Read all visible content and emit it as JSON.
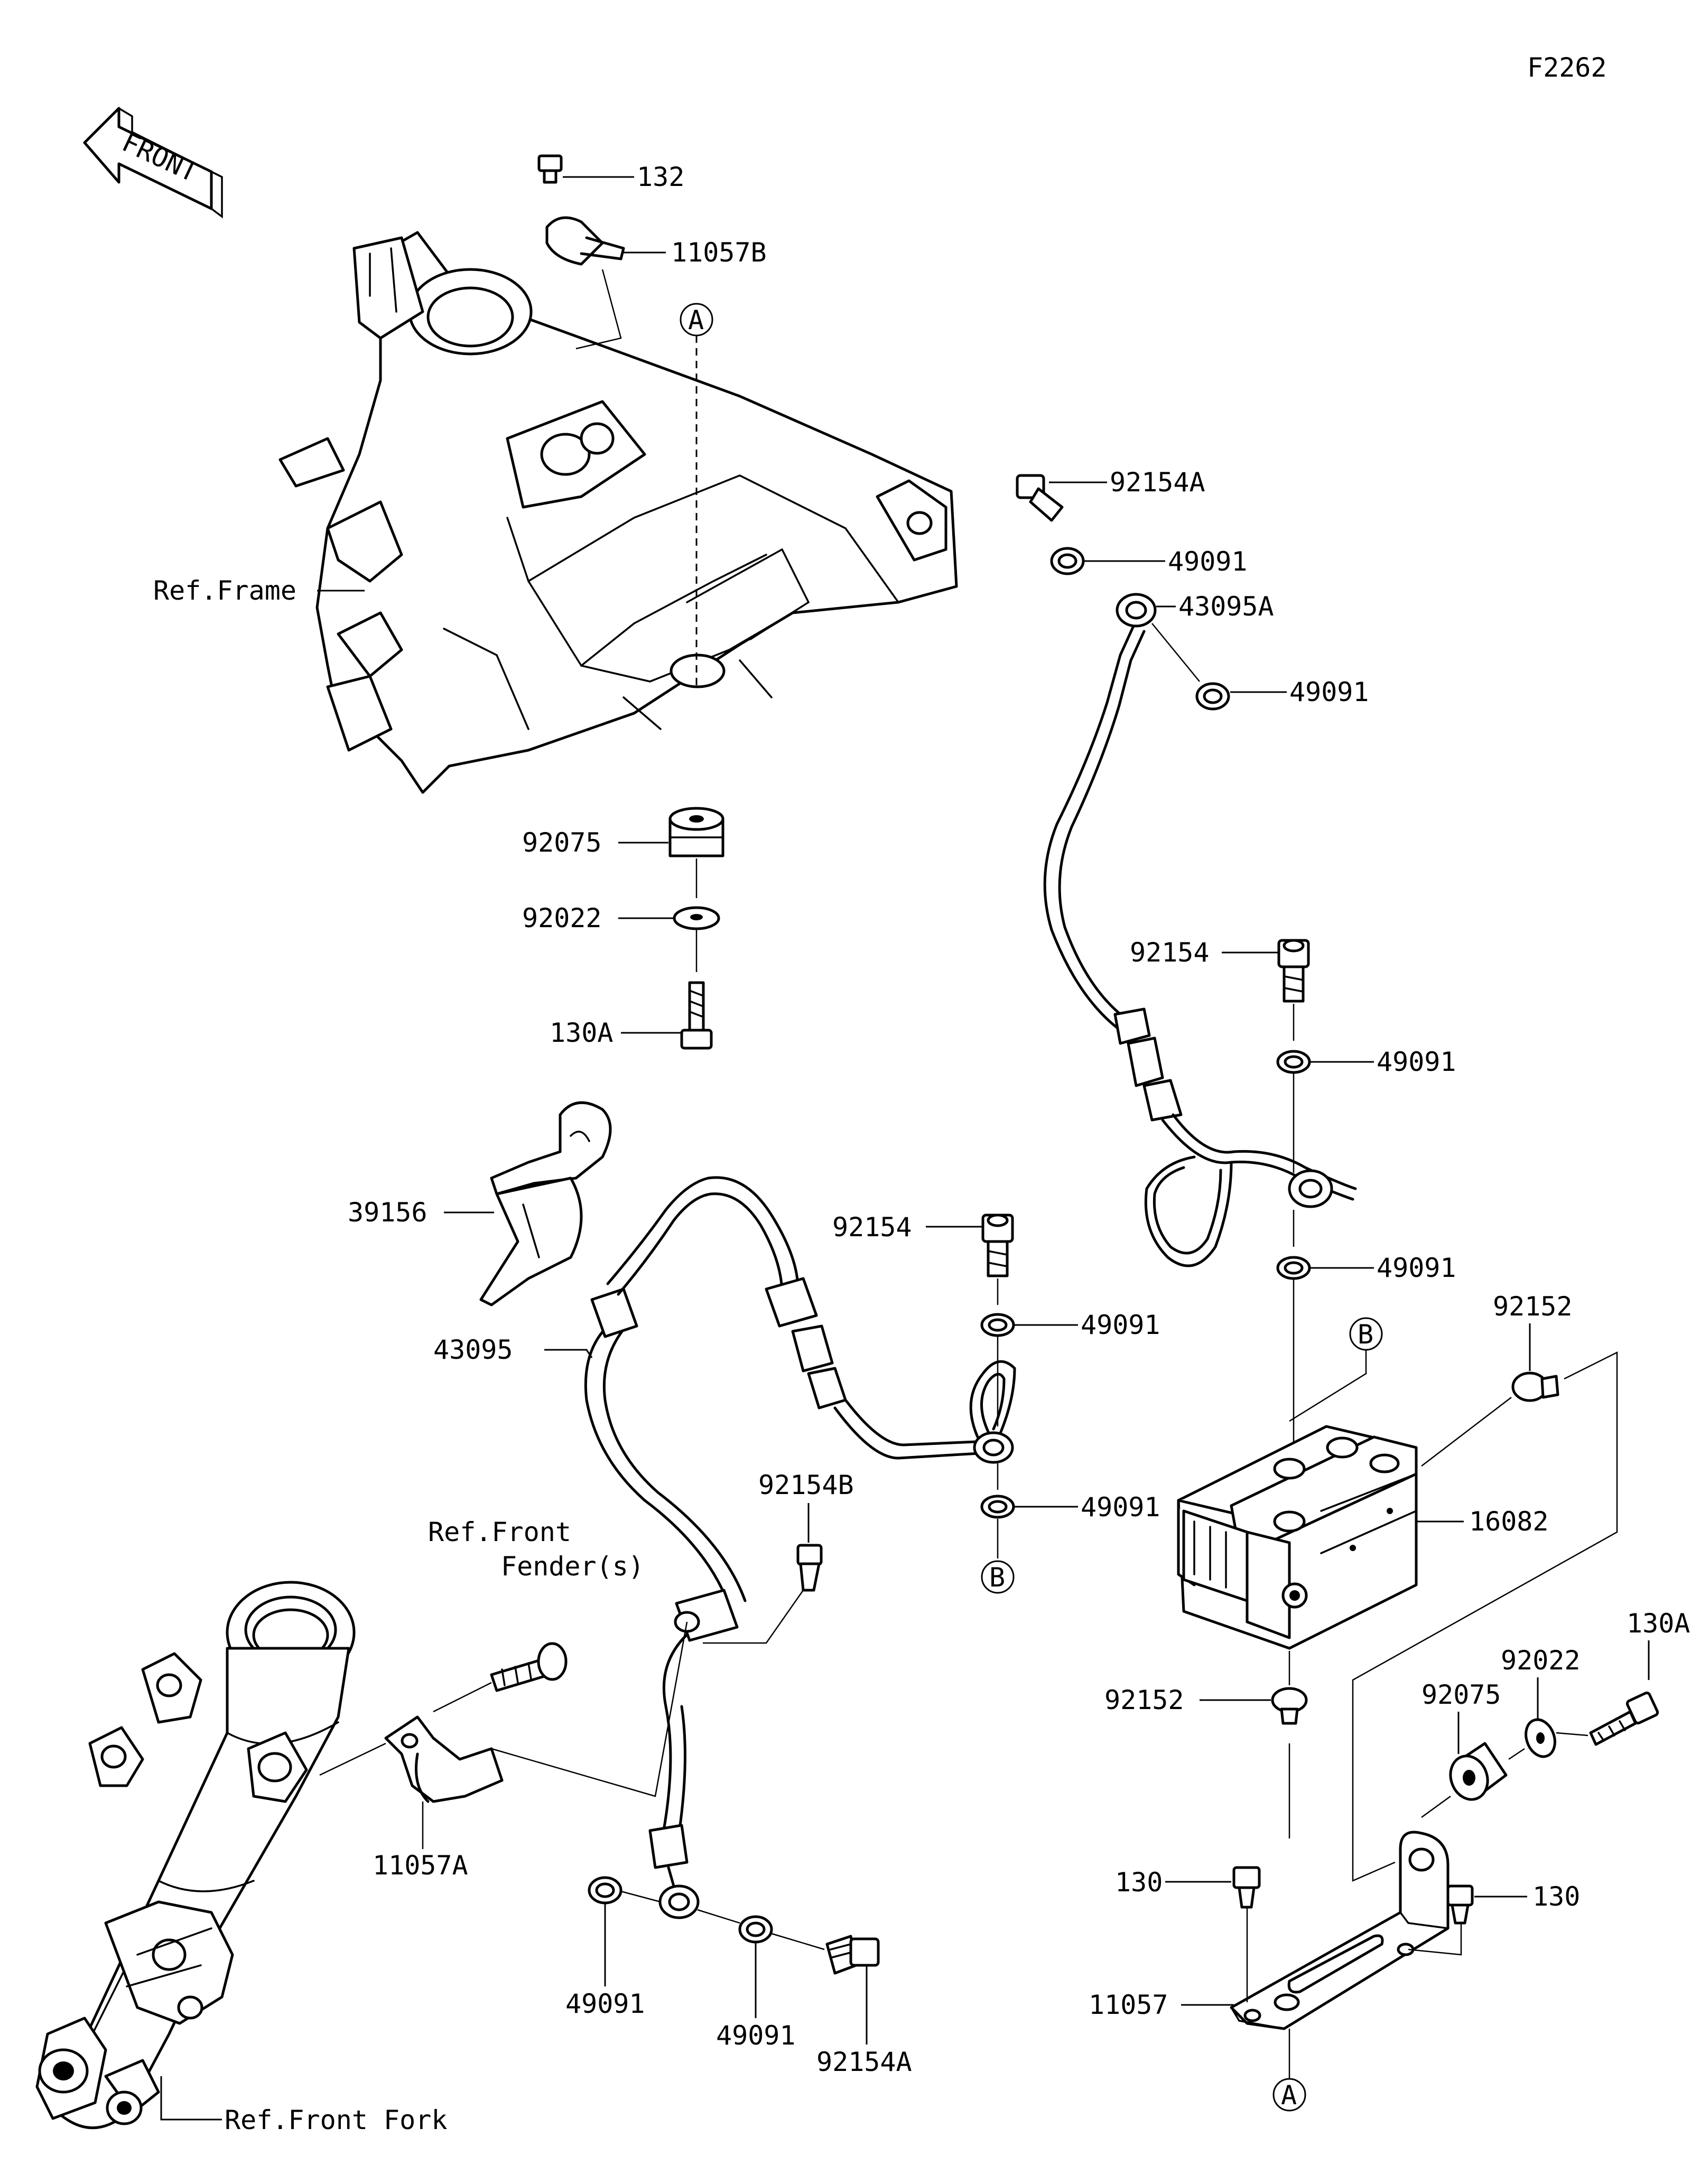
{
  "figure_code": "F2262",
  "front_arrow_label": "FRONT",
  "callouts": {
    "c132": "132",
    "c11057B": "11057B",
    "cA_top": "A",
    "c92154A_top": "92154A",
    "c49091_a": "49091",
    "c43095A": "43095A",
    "c49091_b": "49091",
    "ref_frame": "Ref.Frame",
    "c92075_top": "92075",
    "c92022_top": "92022",
    "c130A_top": "130A",
    "c92154_right": "92154",
    "c49091_c": "49091",
    "c49091_d": "49091",
    "c39156": "39156",
    "c92154_mid": "92154",
    "c49091_e": "49091",
    "c43095": "43095",
    "cB_right": "B",
    "c92152_top": "92152",
    "c92154B": "92154B",
    "c49091_f": "49091",
    "cB_mid": "B",
    "c16082": "16082",
    "ref_fender_line1": "Ref.Front",
    "ref_fender_line2": "Fender(s)",
    "c130A_right": "130A",
    "c92022_right": "92022",
    "c92075_right": "92075",
    "c92152_mid": "92152",
    "c11057A": "11057A",
    "c130_left": "130",
    "c130_right": "130",
    "c49091_g": "49091",
    "c49091_h": "49091",
    "c92154A_bottom": "92154A",
    "c11057": "11057",
    "ref_front_fork": "Ref.Front Fork",
    "cA_bottom": "A"
  }
}
